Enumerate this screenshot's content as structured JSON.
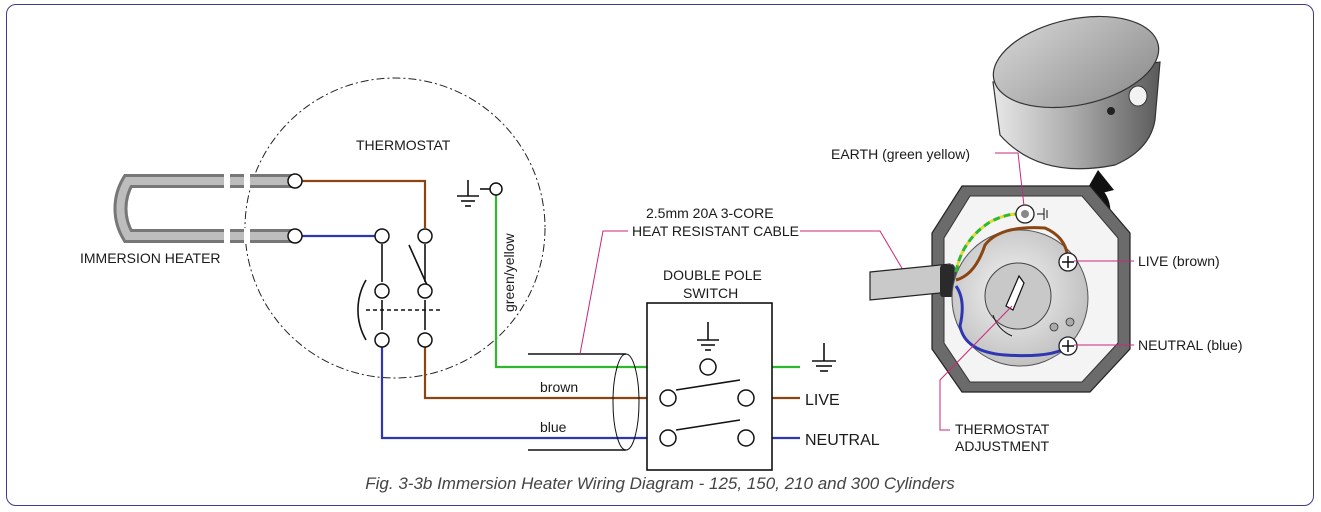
{
  "labels": {
    "thermostat": "THERMOSTAT",
    "immersion_heater": "IMMERSION HEATER",
    "green_yellow": "green/yellow",
    "brown": "brown",
    "blue": "blue",
    "cable_line1": "2.5mm 20A 3-CORE",
    "cable_line2": "HEAT RESISTANT CABLE",
    "switch_line1": "DOUBLE POLE",
    "switch_line2": "SWITCH",
    "live": "LIVE",
    "neutral": "NEUTRAL",
    "earth_green_yellow": "EARTH (green yellow)",
    "live_brown": "LIVE (brown)",
    "neutral_blue": "NEUTRAL (blue)",
    "thermostat_adjustment_line1": "THERMOSTAT",
    "thermostat_adjustment_line2": "ADJUSTMENT"
  },
  "caption": "Fig. 3-3b  Immersion Heater Wiring Diagram - 125, 150, 210 and 300 Cylinders",
  "colors": {
    "frame": "#3d3d8f",
    "brown_wire": "#8b4513",
    "blue_wire": "#2e36b0",
    "green_wire": "#2eb82e",
    "leader": "#c8287a"
  }
}
